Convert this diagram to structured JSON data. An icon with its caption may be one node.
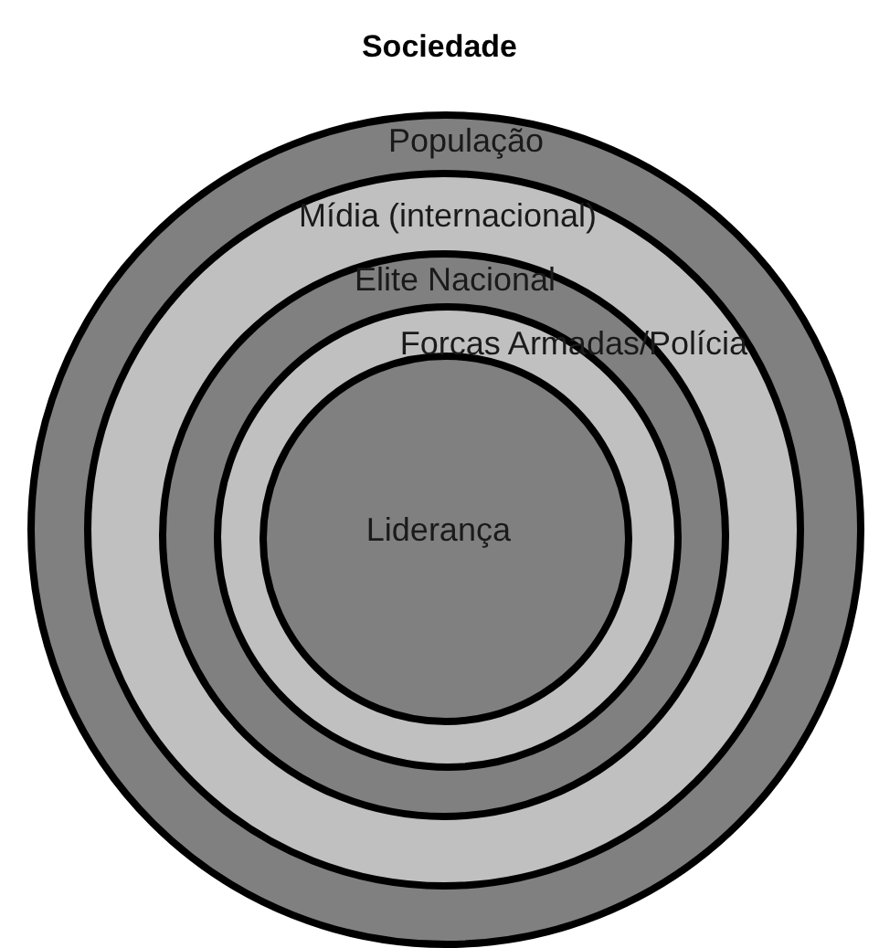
{
  "diagram": {
    "title": "Sociedade",
    "nodes": [
      {
        "text": [
          "População"
        ]
      },
      {
        "text": [
          "Mídia (internacional)"
        ],
        "in": 0
      },
      {
        "text": [
          "Elite Nacional"
        ],
        "in": 1
      },
      {
        "text": [
          "Forcas Armadas/Polícia"
        ],
        "in": 2
      },
      {
        "text": [
          "Liderança"
        ],
        "in": 3
      }
    ]
  }
}
